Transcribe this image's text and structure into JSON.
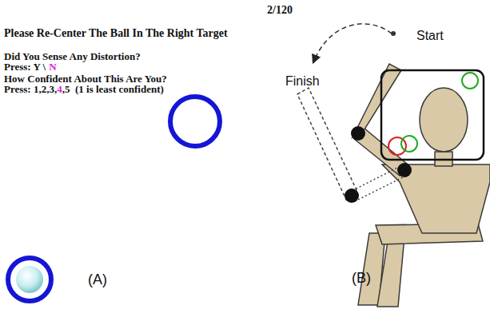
{
  "diagram": {
    "labels": [
      "2/120",
      "Please Re-Center The Ball In The Right Target",
      "Did You Sense Any Distortion?",
      "Press: Y \\",
      "N",
      "How Confident About This Are You?",
      "Press: 1,2,3,",
      "4",
      ",5  (1 is least confident)",
      "(A)",
      "Start",
      "Finish",
      "(B)"
    ]
  }
}
